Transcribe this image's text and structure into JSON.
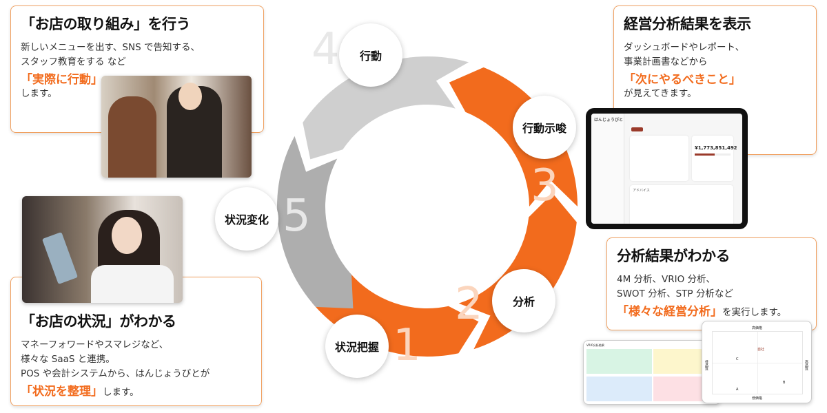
{
  "cycle": {
    "steps": [
      {
        "num": "1",
        "label": "状況把握"
      },
      {
        "num": "2",
        "label": "分析"
      },
      {
        "num": "3",
        "label": "行動示唆"
      },
      {
        "num": "4",
        "label": "行動"
      },
      {
        "num": "5",
        "label": "状況変化"
      }
    ],
    "colors": {
      "orange": "#f26b1d",
      "gray_light": "#cfcfcf",
      "gray_dark": "#aeaeae"
    }
  },
  "boxes": {
    "action": {
      "title": "「お店の取り組み」を行う",
      "line1": "新しいメニューを出す、SNS で告知する、",
      "line2": "スタッフ教育をする など",
      "highlight": "「実際に行動」",
      "line3": "します。"
    },
    "situation": {
      "title": "「お店の状況」がわかる",
      "line1": "マネーフォワードやスマレジなど、",
      "line2": "様々な SaaS と連携。",
      "line3": "POS や会計システムから、はんじょうびとが",
      "highlight": "「状況を整理」",
      "line4": "します。"
    },
    "results": {
      "title": "経営分析結果を表示",
      "line1": "ダッシュボードやレポート、",
      "line2": "事業計画書などから",
      "highlight": "「次にやるべきこと」",
      "line3": "が見えてきます。"
    },
    "analysis": {
      "title": "分析結果がわかる",
      "line1": "4M 分析、VRIO 分析、",
      "line2": "SWOT 分析、STP 分析など",
      "highlight": "「様々な経営分析」",
      "line3": "を実行します。"
    }
  },
  "tablet": {
    "logo": "はんじょうびと",
    "amount": "¥1,773,851,492",
    "advice_title": "アドバイス"
  },
  "matrix": {
    "top": "高価格",
    "bottom": "低価格",
    "left": "低品質",
    "right": "高品質",
    "points": [
      "自社",
      "C",
      "A",
      "B"
    ]
  },
  "vrio": {
    "title": "VRIO分析結果"
  }
}
